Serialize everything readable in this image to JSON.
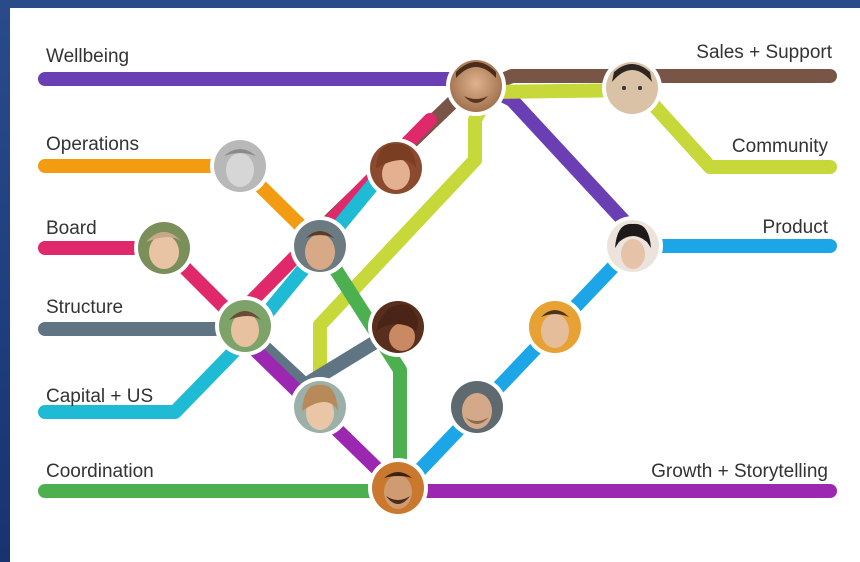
{
  "diagram": {
    "lines": [
      {
        "id": "wellbeing",
        "label": "Wellbeing",
        "color": "#6a3fb3"
      },
      {
        "id": "sales-support",
        "label": "Sales + Support",
        "color": "#795548"
      },
      {
        "id": "operations",
        "label": "Operations",
        "color": "#f39c12"
      },
      {
        "id": "community",
        "label": "Community",
        "color": "#c6d83a"
      },
      {
        "id": "board",
        "label": "Board",
        "color": "#e0296b"
      },
      {
        "id": "product",
        "label": "Product",
        "color": "#1ca6e8"
      },
      {
        "id": "structure",
        "label": "Structure",
        "color": "#5f7584"
      },
      {
        "id": "capital-us",
        "label": "Capital + US",
        "color": "#1fbad3"
      },
      {
        "id": "coordination",
        "label": "Coordination",
        "color": "#4caf50"
      },
      {
        "id": "growth-storytelling",
        "label": "Growth + Storytelling",
        "color": "#9c27b0"
      }
    ],
    "person_icon": "person-photo"
  }
}
